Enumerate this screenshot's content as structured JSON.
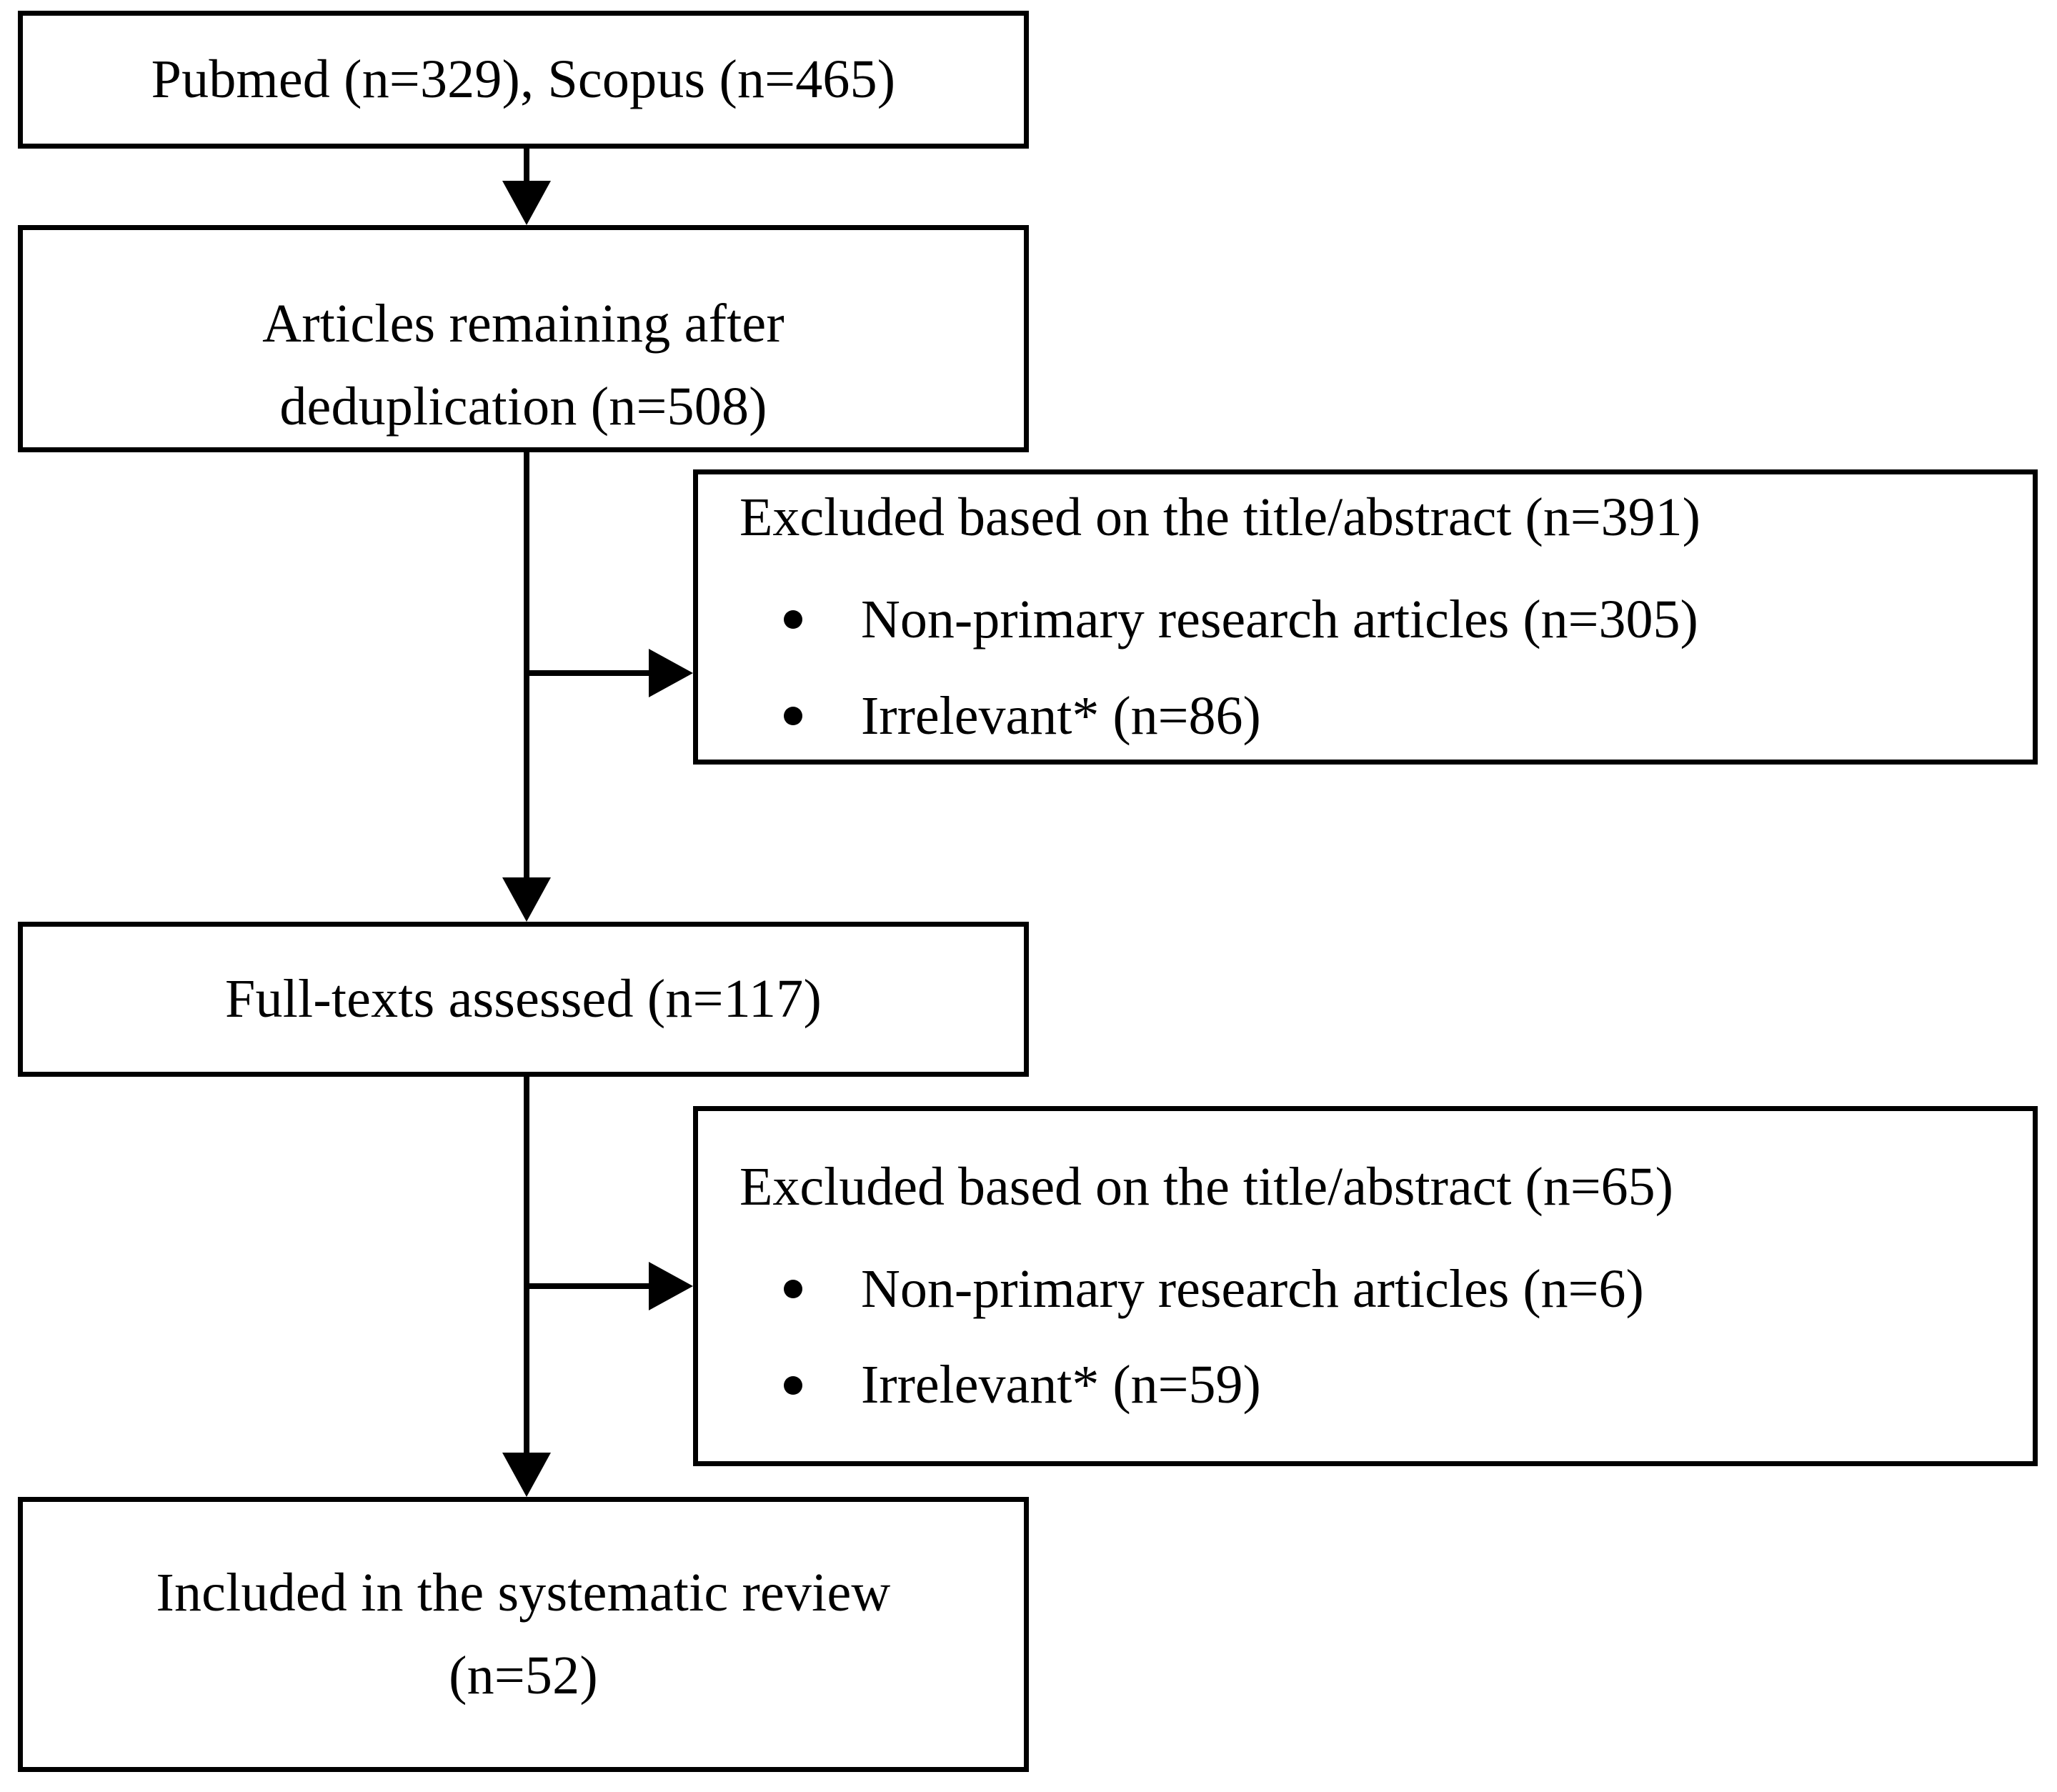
{
  "diagram": {
    "type": "prisma-flow-diagram",
    "title": "",
    "nodes": {
      "sources": {
        "lines": [
          "Pubmed (n=329), Scopus (n=465)"
        ]
      },
      "deduplication": {
        "lines": [
          "Articles remaining after",
          "deduplication (n=508)"
        ]
      },
      "fulltext": {
        "lines": [
          "Full-texts assessed (n=117)"
        ]
      },
      "included": {
        "lines": [
          "Included in the systematic review",
          "(n=52)"
        ]
      },
      "excluded_screening": {
        "heading": "Excluded based on the title/abstract (n=391)",
        "items": [
          "Non-primary research articles (n=305)",
          "Irrelevant* (n=86)"
        ]
      },
      "excluded_fulltext": {
        "heading": "Excluded based on the title/abstract (n=65)",
        "items": [
          "Non-primary research articles (n=6)",
          "Irrelevant* (n=59)"
        ]
      }
    },
    "counts": {
      "pubmed": 329,
      "scopus": 465,
      "after_deduplication": 508,
      "excluded_title_abstract_1": 391,
      "excluded_non_primary_1": 305,
      "excluded_irrelevant_1": 86,
      "full_texts_assessed": 117,
      "excluded_title_abstract_2": 65,
      "excluded_non_primary_2": 6,
      "excluded_irrelevant_2": 59,
      "included": 52
    },
    "colors": {
      "stroke": "#000000",
      "fill": "#ffffff",
      "text": "#000000"
    }
  }
}
